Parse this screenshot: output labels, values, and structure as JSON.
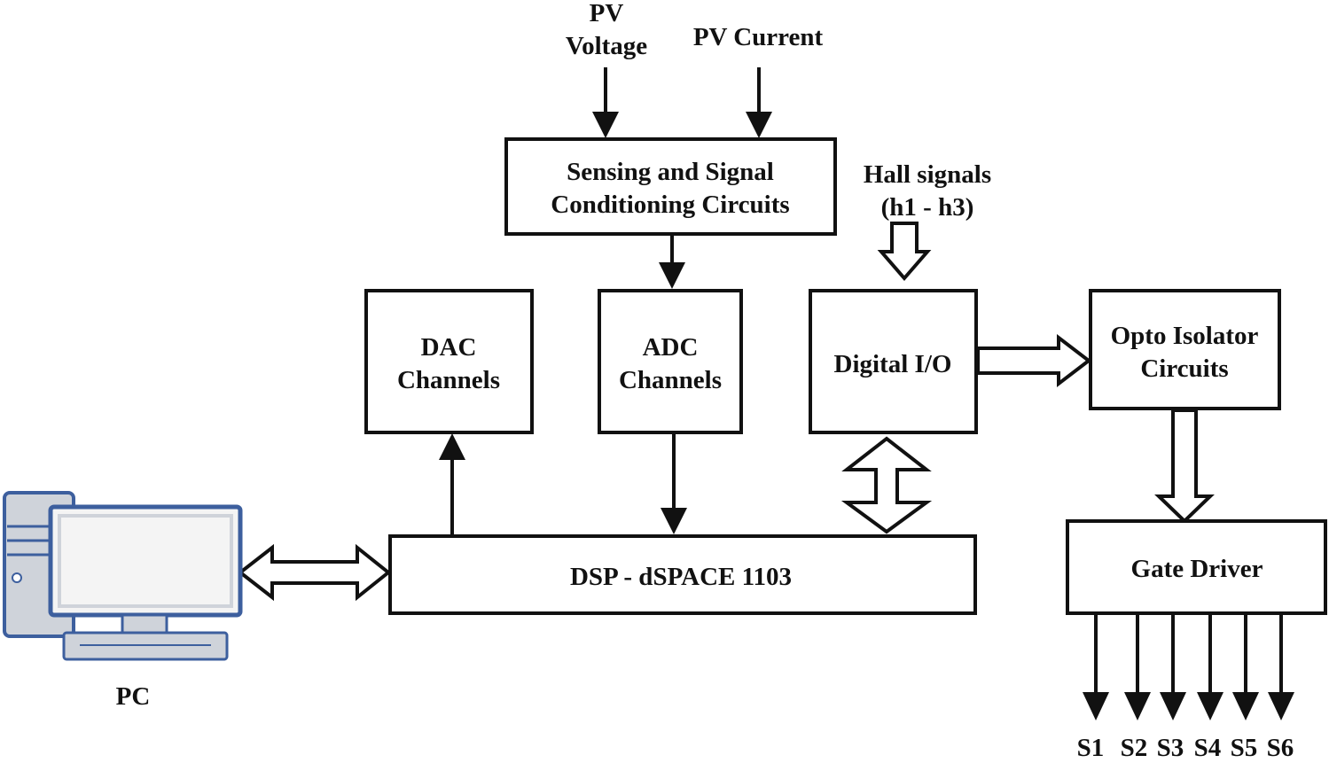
{
  "inputs": {
    "pv_voltage_line1": "PV",
    "pv_voltage_line2": "Voltage",
    "pv_current": "PV Current",
    "hall_line1": "Hall signals",
    "hall_line2": "(h1 - h3)"
  },
  "blocks": {
    "sensing_line1": "Sensing and Signal",
    "sensing_line2": "Conditioning Circuits",
    "dac_line1": "DAC",
    "dac_line2": "Channels",
    "adc_line1": "ADC",
    "adc_line2": "Channels",
    "digital_io": "Digital I/O",
    "opto_line1": "Opto Isolator",
    "opto_line2": "Circuits",
    "gate_driver": "Gate Driver",
    "dsp": "DSP - dSPACE 1103"
  },
  "pc": {
    "label": "PC",
    "icon": "desktop-computer-icon",
    "colors": {
      "frame": "#3d5f9e",
      "tower": "#cfd3da",
      "screen": "#f4f4f4"
    }
  },
  "outputs": [
    "S1",
    "S2",
    "S3",
    "S4",
    "S5",
    "S6"
  ]
}
